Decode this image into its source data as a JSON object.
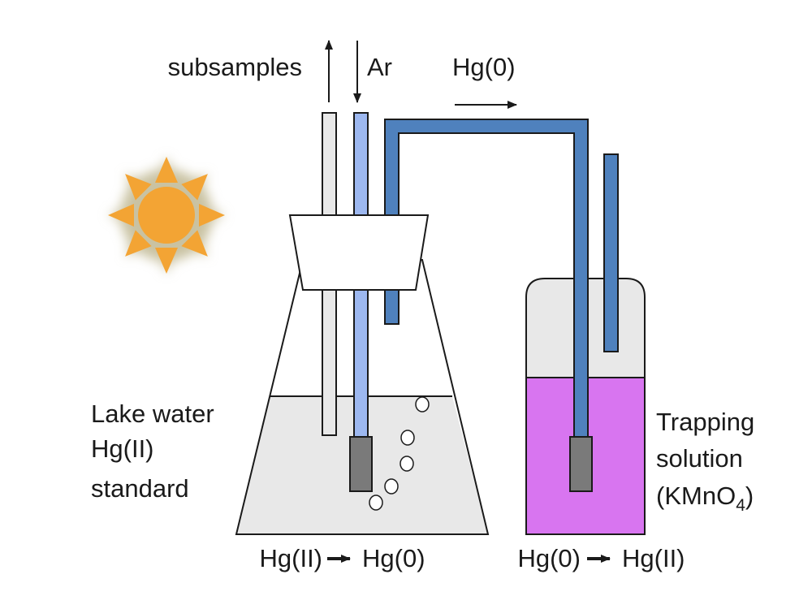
{
  "labels": {
    "subsamples": "subsamples",
    "argon": "Ar",
    "hg0_flow": "Hg(0)",
    "lake_line1": "Lake water",
    "lake_line2": "Hg(II)",
    "lake_line3": "standard",
    "trap_line1": "Trapping",
    "trap_line2": "solution",
    "trap_line3_prefix": "(KMnO",
    "trap_line3_subscript": "4",
    "trap_line3_suffix": ")",
    "flask_reaction_from": "Hg(II)",
    "flask_reaction_to": "Hg(0)",
    "trap_reaction_from": "Hg(0)",
    "trap_reaction_to": "Hg(II)"
  },
  "colors": {
    "flask_liquid": "#e8e8e8",
    "trapping_solution": "#d875f0",
    "trap_headspace": "#e8e8e8",
    "gas_tube": "#4f81bd",
    "argon_tube": "#9db8f0",
    "subsample_tube": "#e8e8e8",
    "sparger": "#7a7a7a",
    "sun_core": "#f3a434",
    "sun_halo": "#c9c2a2",
    "outline": "#1a1a1a"
  },
  "icons": {
    "sun": "sun-icon",
    "flow_arrows": "arrow-icon"
  }
}
